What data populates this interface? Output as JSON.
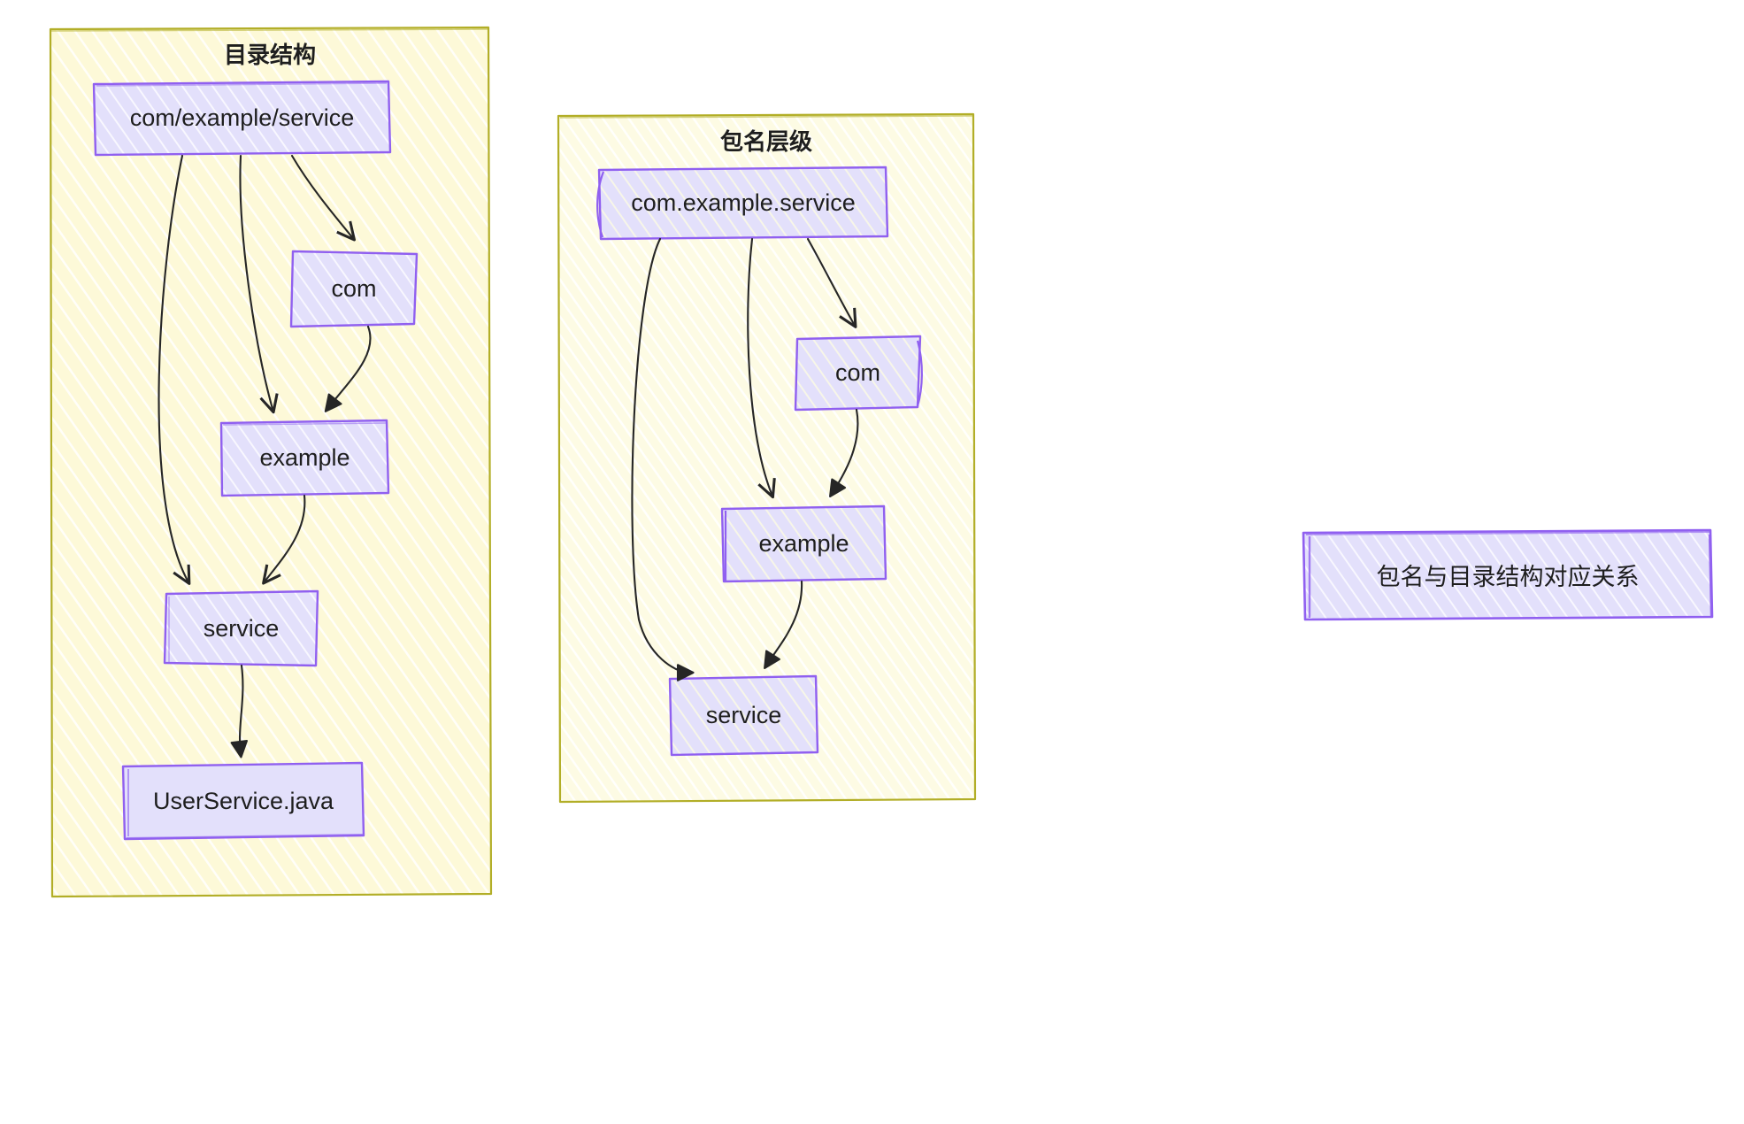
{
  "diagram": {
    "title_standalone": "包名与目录结构对应关系",
    "style": {
      "group_fill": "#fdf9d8",
      "group_stroke": "#b2ae27",
      "node_fill": "#e3e0fb",
      "node_stroke": "#9060f0",
      "edge_stroke": "#262626",
      "text_color": "#1e1e1e",
      "background": "#ffffff"
    },
    "groups": [
      {
        "id": "dir-structure",
        "title": "目录结构",
        "nodes": [
          {
            "id": "dir-root",
            "label": "com/example/service"
          },
          {
            "id": "dir-com",
            "label": "com"
          },
          {
            "id": "dir-example",
            "label": "example"
          },
          {
            "id": "dir-service",
            "label": "service"
          },
          {
            "id": "dir-file",
            "label": "UserService.java"
          }
        ],
        "edges": [
          {
            "from": "dir-root",
            "to": "dir-com"
          },
          {
            "from": "dir-root",
            "to": "dir-example"
          },
          {
            "from": "dir-root",
            "to": "dir-service"
          },
          {
            "from": "dir-com",
            "to": "dir-example"
          },
          {
            "from": "dir-example",
            "to": "dir-service"
          },
          {
            "from": "dir-service",
            "to": "dir-file"
          }
        ]
      },
      {
        "id": "package-hierarchy",
        "title": "包名层级",
        "nodes": [
          {
            "id": "pkg-root",
            "label": "com.example.service"
          },
          {
            "id": "pkg-com",
            "label": "com"
          },
          {
            "id": "pkg-example",
            "label": "example"
          },
          {
            "id": "pkg-service",
            "label": "service"
          }
        ],
        "edges": [
          {
            "from": "pkg-root",
            "to": "pkg-com"
          },
          {
            "from": "pkg-root",
            "to": "pkg-example"
          },
          {
            "from": "pkg-root",
            "to": "pkg-service"
          },
          {
            "from": "pkg-com",
            "to": "pkg-example"
          },
          {
            "from": "pkg-example",
            "to": "pkg-service"
          }
        ]
      }
    ]
  }
}
